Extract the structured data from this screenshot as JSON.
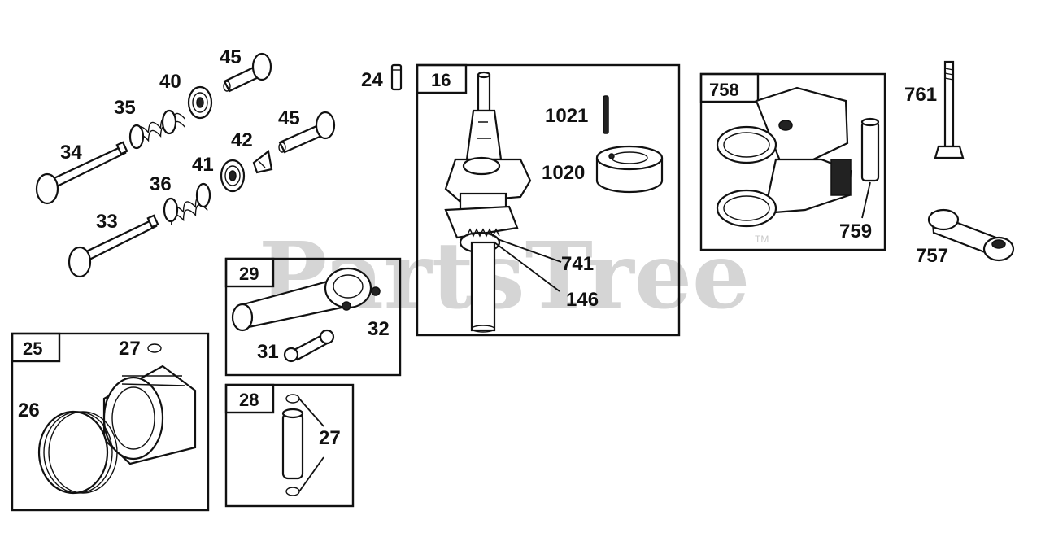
{
  "watermark": {
    "text": "PartsTree",
    "trademark": "TM"
  },
  "callouts": {
    "p45a": "45",
    "p40": "40",
    "p35": "35",
    "p34": "34",
    "p45b": "45",
    "p42": "42",
    "p41": "41",
    "p36": "36",
    "p33": "33",
    "p24": "24",
    "p1021": "1021",
    "p1020": "1020",
    "p741": "741",
    "p146": "146",
    "p761": "761",
    "p759": "759",
    "p757": "757",
    "p32": "32",
    "p31": "31",
    "p27a": "27",
    "p26": "26",
    "p27b": "27"
  },
  "boxes": {
    "b16": "16",
    "b758": "758",
    "b29": "29",
    "b25": "25",
    "b28": "28"
  }
}
